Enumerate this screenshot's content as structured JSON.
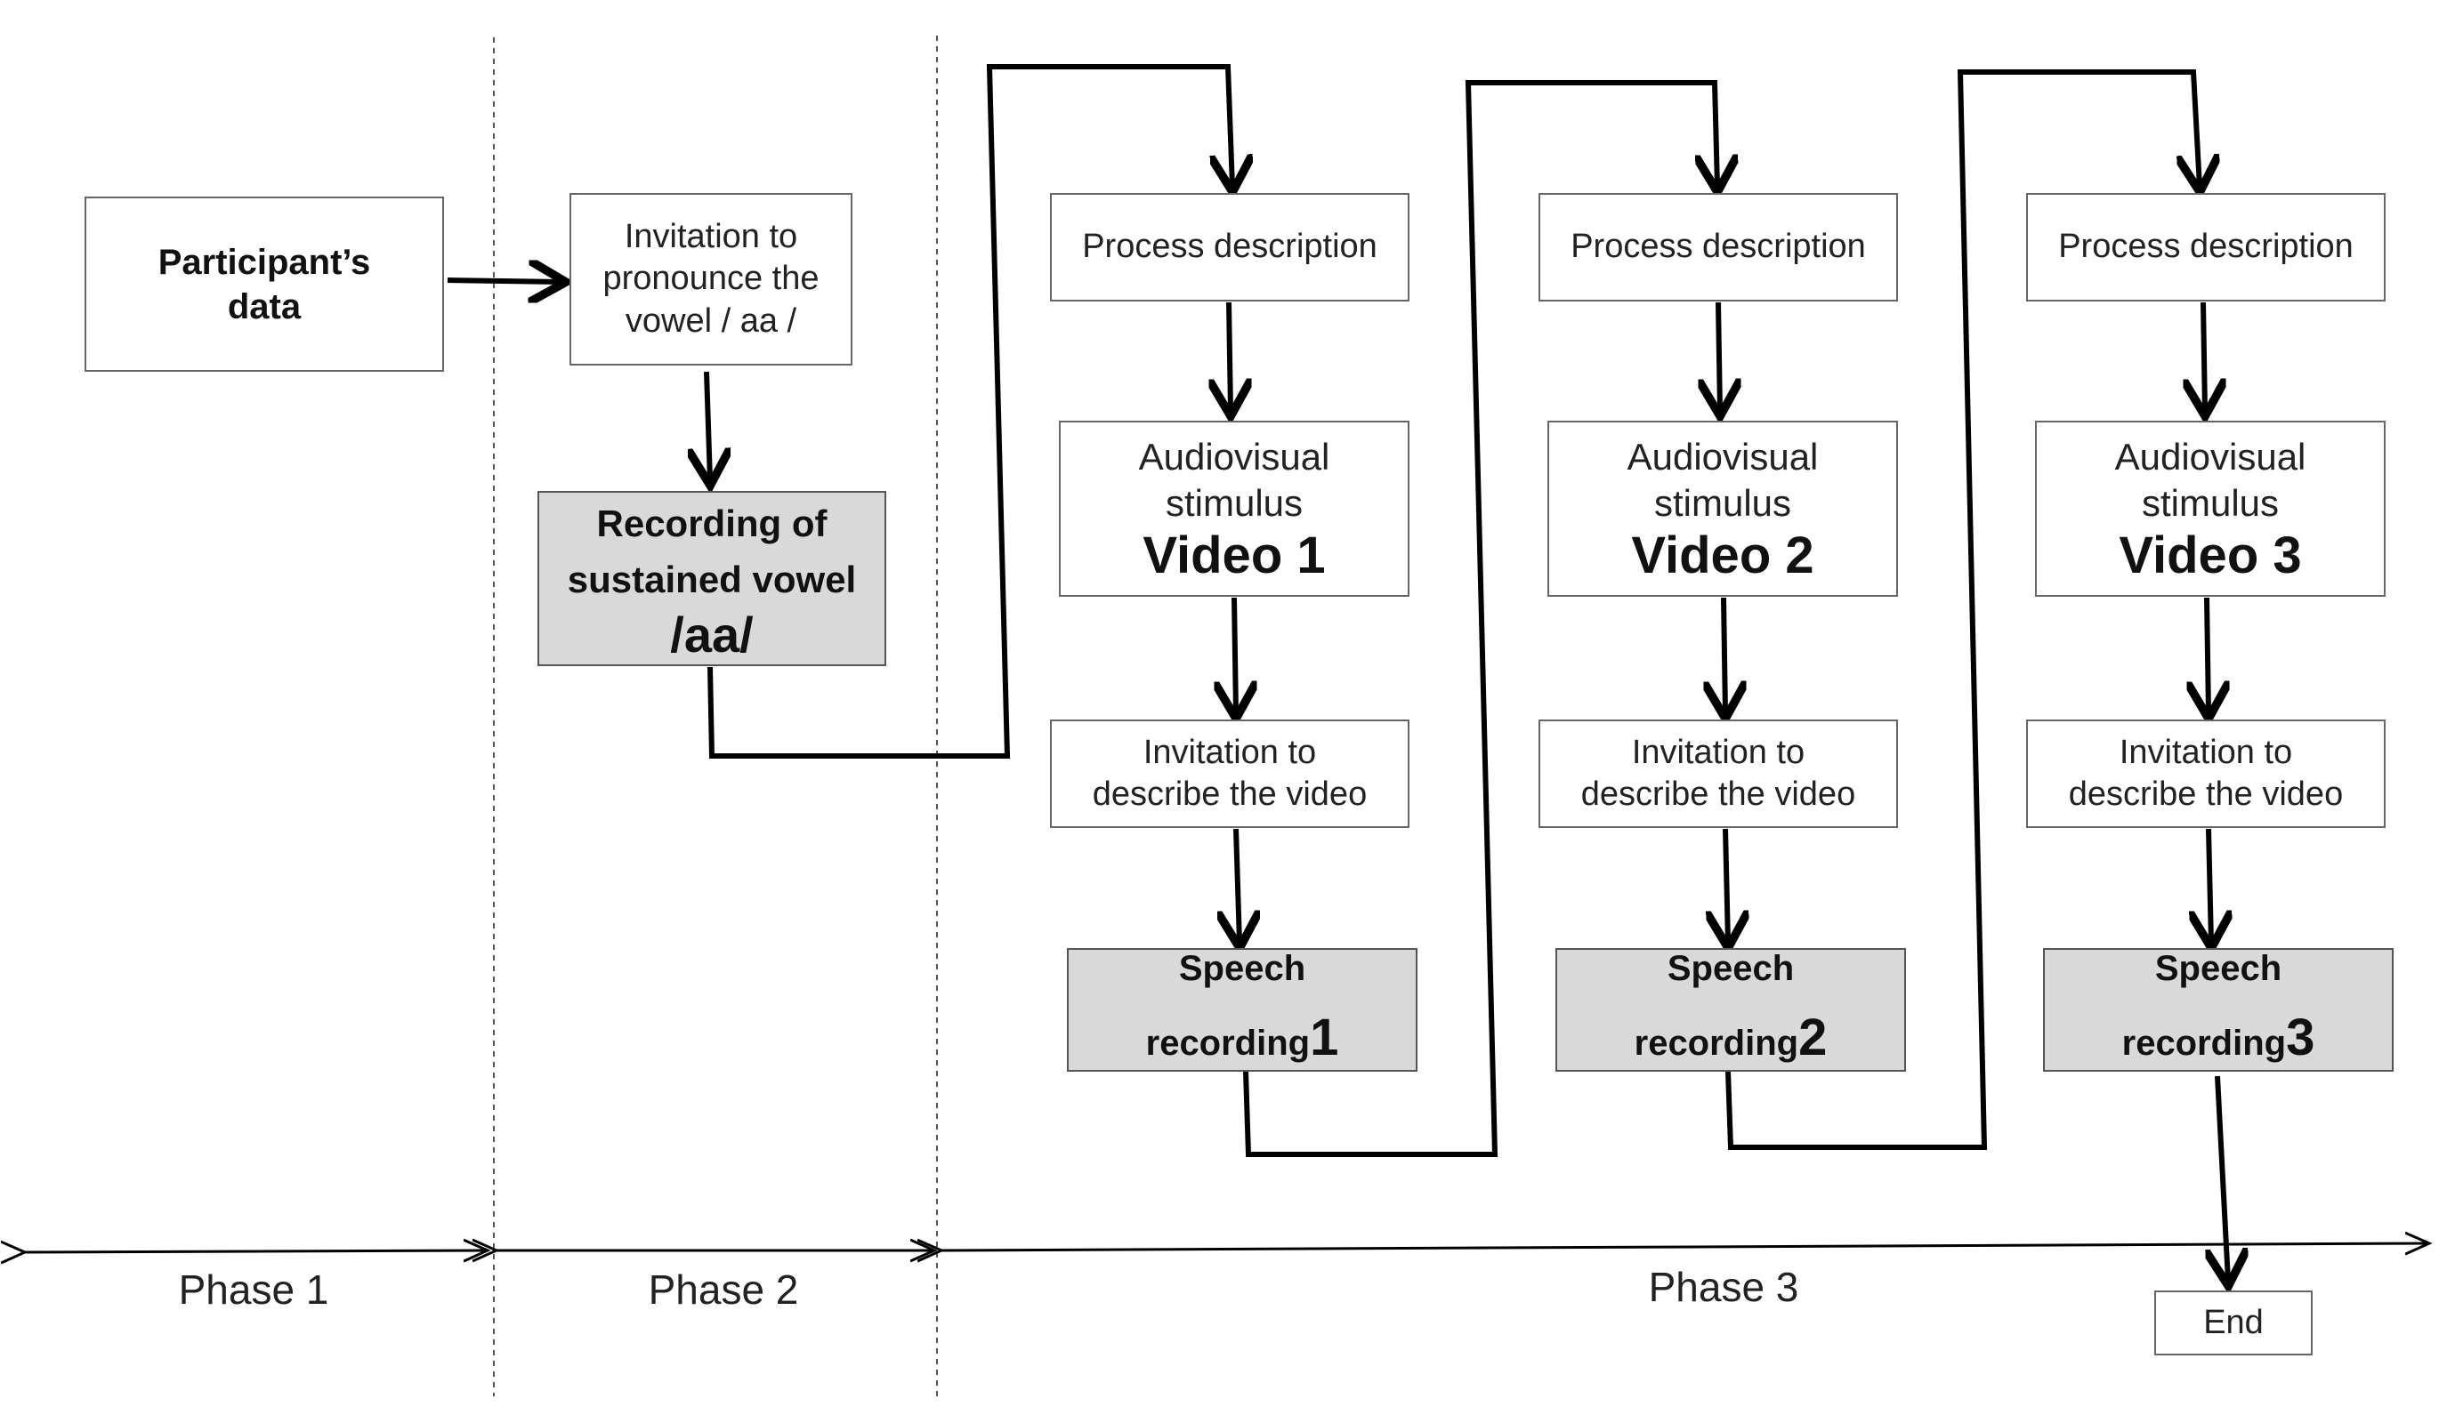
{
  "phases": [
    "Phase 1",
    "Phase 2",
    "Phase 3"
  ],
  "participant": {
    "line1": "Participant’s",
    "line2": "data"
  },
  "invite_vowel": {
    "line1": "Invitation to",
    "line2": "pronounce the",
    "line3": "vowel / aa /"
  },
  "recording_vowel": {
    "line1": "Recording of",
    "line2": "sustained vowel",
    "line3": "/aa/"
  },
  "columns": [
    {
      "process": "Process description",
      "stimulus_line1": "Audiovisual",
      "stimulus_line2": "stimulus",
      "video": "Video 1",
      "invite_line1": "Invitation to",
      "invite_line2": "describe the video",
      "speech_line1": "Speech",
      "speech_line2": "recording",
      "speech_num": "1"
    },
    {
      "process": "Process description",
      "stimulus_line1": "Audiovisual",
      "stimulus_line2": "stimulus",
      "video": "Video 2",
      "invite_line1": "Invitation to",
      "invite_line2": "describe the video",
      "speech_line1": "Speech",
      "speech_line2": "recording",
      "speech_num": "2"
    },
    {
      "process": "Process description",
      "stimulus_line1": "Audiovisual",
      "stimulus_line2": "stimulus",
      "video": "Video 3",
      "invite_line1": "Invitation to",
      "invite_line2": "describe the video",
      "speech_line1": "Speech",
      "speech_line2": "recording",
      "speech_num": "3"
    }
  ],
  "end_label": "End",
  "colors": {
    "gray_box": "#d9d9d9",
    "line": "#000000",
    "divider": "#555555"
  }
}
